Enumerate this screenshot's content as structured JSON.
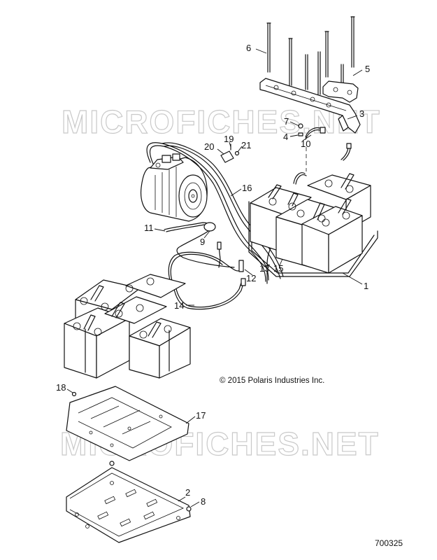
{
  "watermark": "MICROFICHES.NET",
  "copyright": "© 2015 Polaris Industries Inc.",
  "document_number": "700325",
  "callouts": {
    "c1": "1",
    "c2": "2",
    "c3": "3",
    "c4": "4",
    "c5": "5",
    "c6": "6",
    "c7": "7",
    "c8": "8",
    "c9": "9",
    "c10": "10",
    "c11": "11",
    "c12": "12",
    "c13": "13",
    "c14": "14",
    "c15": "15",
    "c16": "16",
    "c17": "17",
    "c18": "18",
    "c19": "19",
    "c20": "20",
    "c21": "21"
  }
}
